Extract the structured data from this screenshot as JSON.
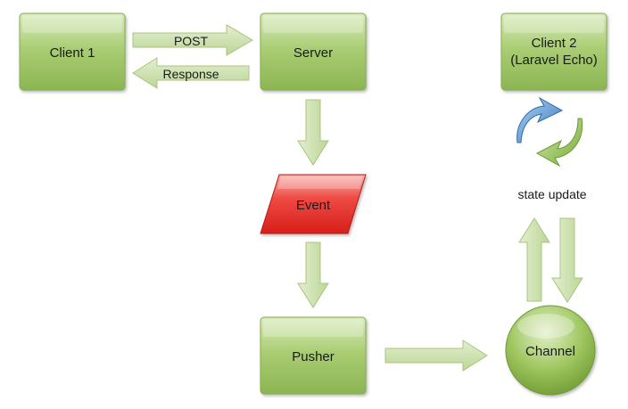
{
  "nodes": {
    "client1": "Client 1",
    "server": "Server",
    "client2_line1": "Client 2",
    "client2_line2": "(Laravel Echo)",
    "event": "Event",
    "pusher": "Pusher",
    "channel": "Channel"
  },
  "edges": {
    "post": "POST",
    "response": "Response",
    "state_update": "state update"
  },
  "colors": {
    "box_green": "#9fc36a",
    "arrow_green": "#c6dca4",
    "event_red": "#e8352e",
    "refresh_blue": "#4a86c8",
    "refresh_green": "#8fbf4a"
  }
}
